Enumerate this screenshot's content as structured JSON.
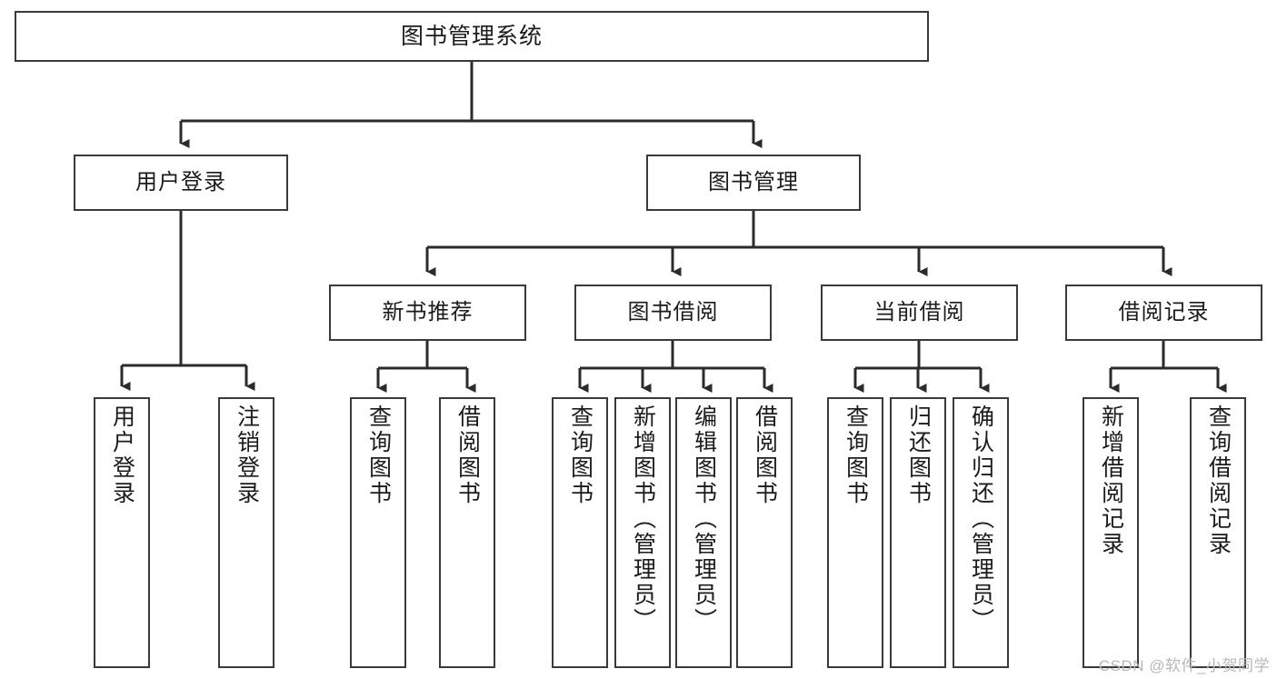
{
  "diagram": {
    "type": "tree",
    "title": "图书管理系统",
    "orientation": "top-down",
    "colors": {
      "node_border": "#3a3a3a",
      "node_fill": "#ffffff",
      "edge": "#2b2b2b",
      "text": "#1b1b1b",
      "watermark": "#b8b8b8",
      "background": "#ffffff"
    },
    "root": {
      "label": "图书管理系统"
    },
    "level_two": [
      {
        "label": "用户登录"
      },
      {
        "label": "图书管理"
      }
    ],
    "level_three": [
      {
        "label": "新书推荐"
      },
      {
        "label": "图书借阅"
      },
      {
        "label": "当前借阅"
      },
      {
        "label": "借阅记录"
      }
    ],
    "leaves": {
      "user_login": [
        {
          "label": "用户登录"
        },
        {
          "label": "注销登录"
        }
      ],
      "new_book_recommend": [
        {
          "label": "查询图书"
        },
        {
          "label": "借阅图书"
        }
      ],
      "book_borrow": [
        {
          "label": "查询图书"
        },
        {
          "label": "新增图书（管理员）"
        },
        {
          "label": "编辑图书（管理员）"
        },
        {
          "label": "借阅图书"
        }
      ],
      "current_borrow": [
        {
          "label": "查询图书"
        },
        {
          "label": "归还图书"
        },
        {
          "label": "确认归还（管理员）"
        }
      ],
      "borrow_record": [
        {
          "label": "新增借阅记录"
        },
        {
          "label": "查询借阅记录"
        }
      ]
    }
  },
  "watermark": {
    "text": "CSDN @软件_小贺同学"
  }
}
